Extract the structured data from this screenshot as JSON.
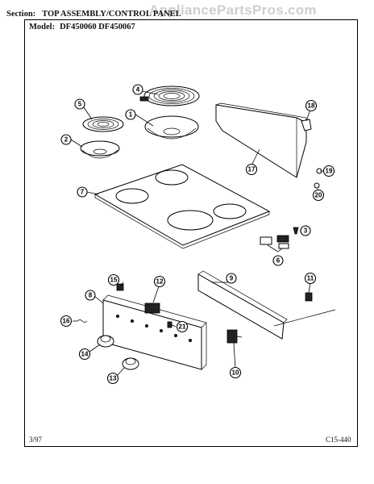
{
  "header": {
    "section_label": "Section:",
    "section_value": "TOP ASSEMBLY/CONTROL PANEL",
    "model_label": "Model:",
    "model_value": "DF450060  DF450067"
  },
  "watermark": "AppliancePartsPros.com",
  "footer": {
    "date": "3/97",
    "code": "C15-440"
  },
  "callouts": {
    "c1": "1",
    "c2": "2",
    "c3": "3",
    "c4": "4",
    "c5": "5",
    "c6": "6",
    "c7": "7",
    "c8": "8",
    "c9": "9",
    "c10": "10",
    "c11": "11",
    "c12": "12",
    "c13": "13",
    "c14": "14",
    "c15": "15",
    "c16": "16",
    "c17": "17",
    "c18": "18",
    "c19": "19",
    "c20": "20",
    "c21": "21"
  }
}
